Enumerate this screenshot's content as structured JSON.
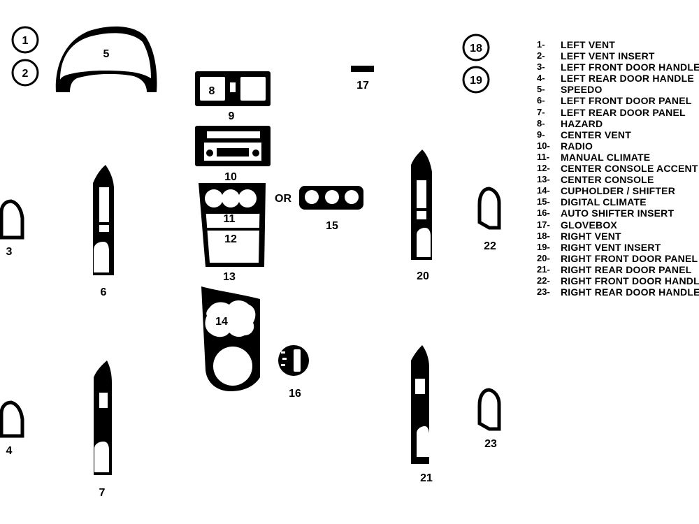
{
  "diagram": {
    "parts": [
      {
        "number": "1",
        "name": "LEFT VENT"
      },
      {
        "number": "2",
        "name": "LEFT VENT INSERT"
      },
      {
        "number": "3",
        "name": "LEFT FRONT DOOR HANDLE"
      },
      {
        "number": "4",
        "name": "LEFT REAR DOOR HANDLE"
      },
      {
        "number": "5",
        "name": "SPEEDO"
      },
      {
        "number": "6",
        "name": "LEFT FRONT DOOR PANEL"
      },
      {
        "number": "7",
        "name": "LEFT REAR DOOR PANEL"
      },
      {
        "number": "8",
        "name": "HAZARD"
      },
      {
        "number": "9",
        "name": "CENTER VENT"
      },
      {
        "number": "10",
        "name": "RADIO"
      },
      {
        "number": "11",
        "name": "MANUAL CLIMATE"
      },
      {
        "number": "12",
        "name": "CENTER CONSOLE ACCENT"
      },
      {
        "number": "13",
        "name": "CENTER CONSOLE"
      },
      {
        "number": "14",
        "name": "CUPHOLDER / SHIFTER"
      },
      {
        "number": "15",
        "name": "DIGITAL CLIMATE"
      },
      {
        "number": "16",
        "name": "AUTO SHIFTER INSERT"
      },
      {
        "number": "17",
        "name": "GLOVEBOX"
      },
      {
        "number": "18",
        "name": "RIGHT VENT"
      },
      {
        "number": "19",
        "name": "RIGHT VENT INSERT"
      },
      {
        "number": "20",
        "name": "RIGHT FRONT DOOR PANEL"
      },
      {
        "number": "21",
        "name": "RIGHT REAR DOOR PANEL"
      },
      {
        "number": "22",
        "name": "RIGHT FRONT DOOR HANDLE"
      },
      {
        "number": "23",
        "name": "RIGHT REAR DOOR HANDLE"
      }
    ],
    "legend_separator": "-",
    "alternative_label": "OR"
  },
  "colors": {
    "part_fill": "#000000",
    "background": "#ffffff"
  }
}
